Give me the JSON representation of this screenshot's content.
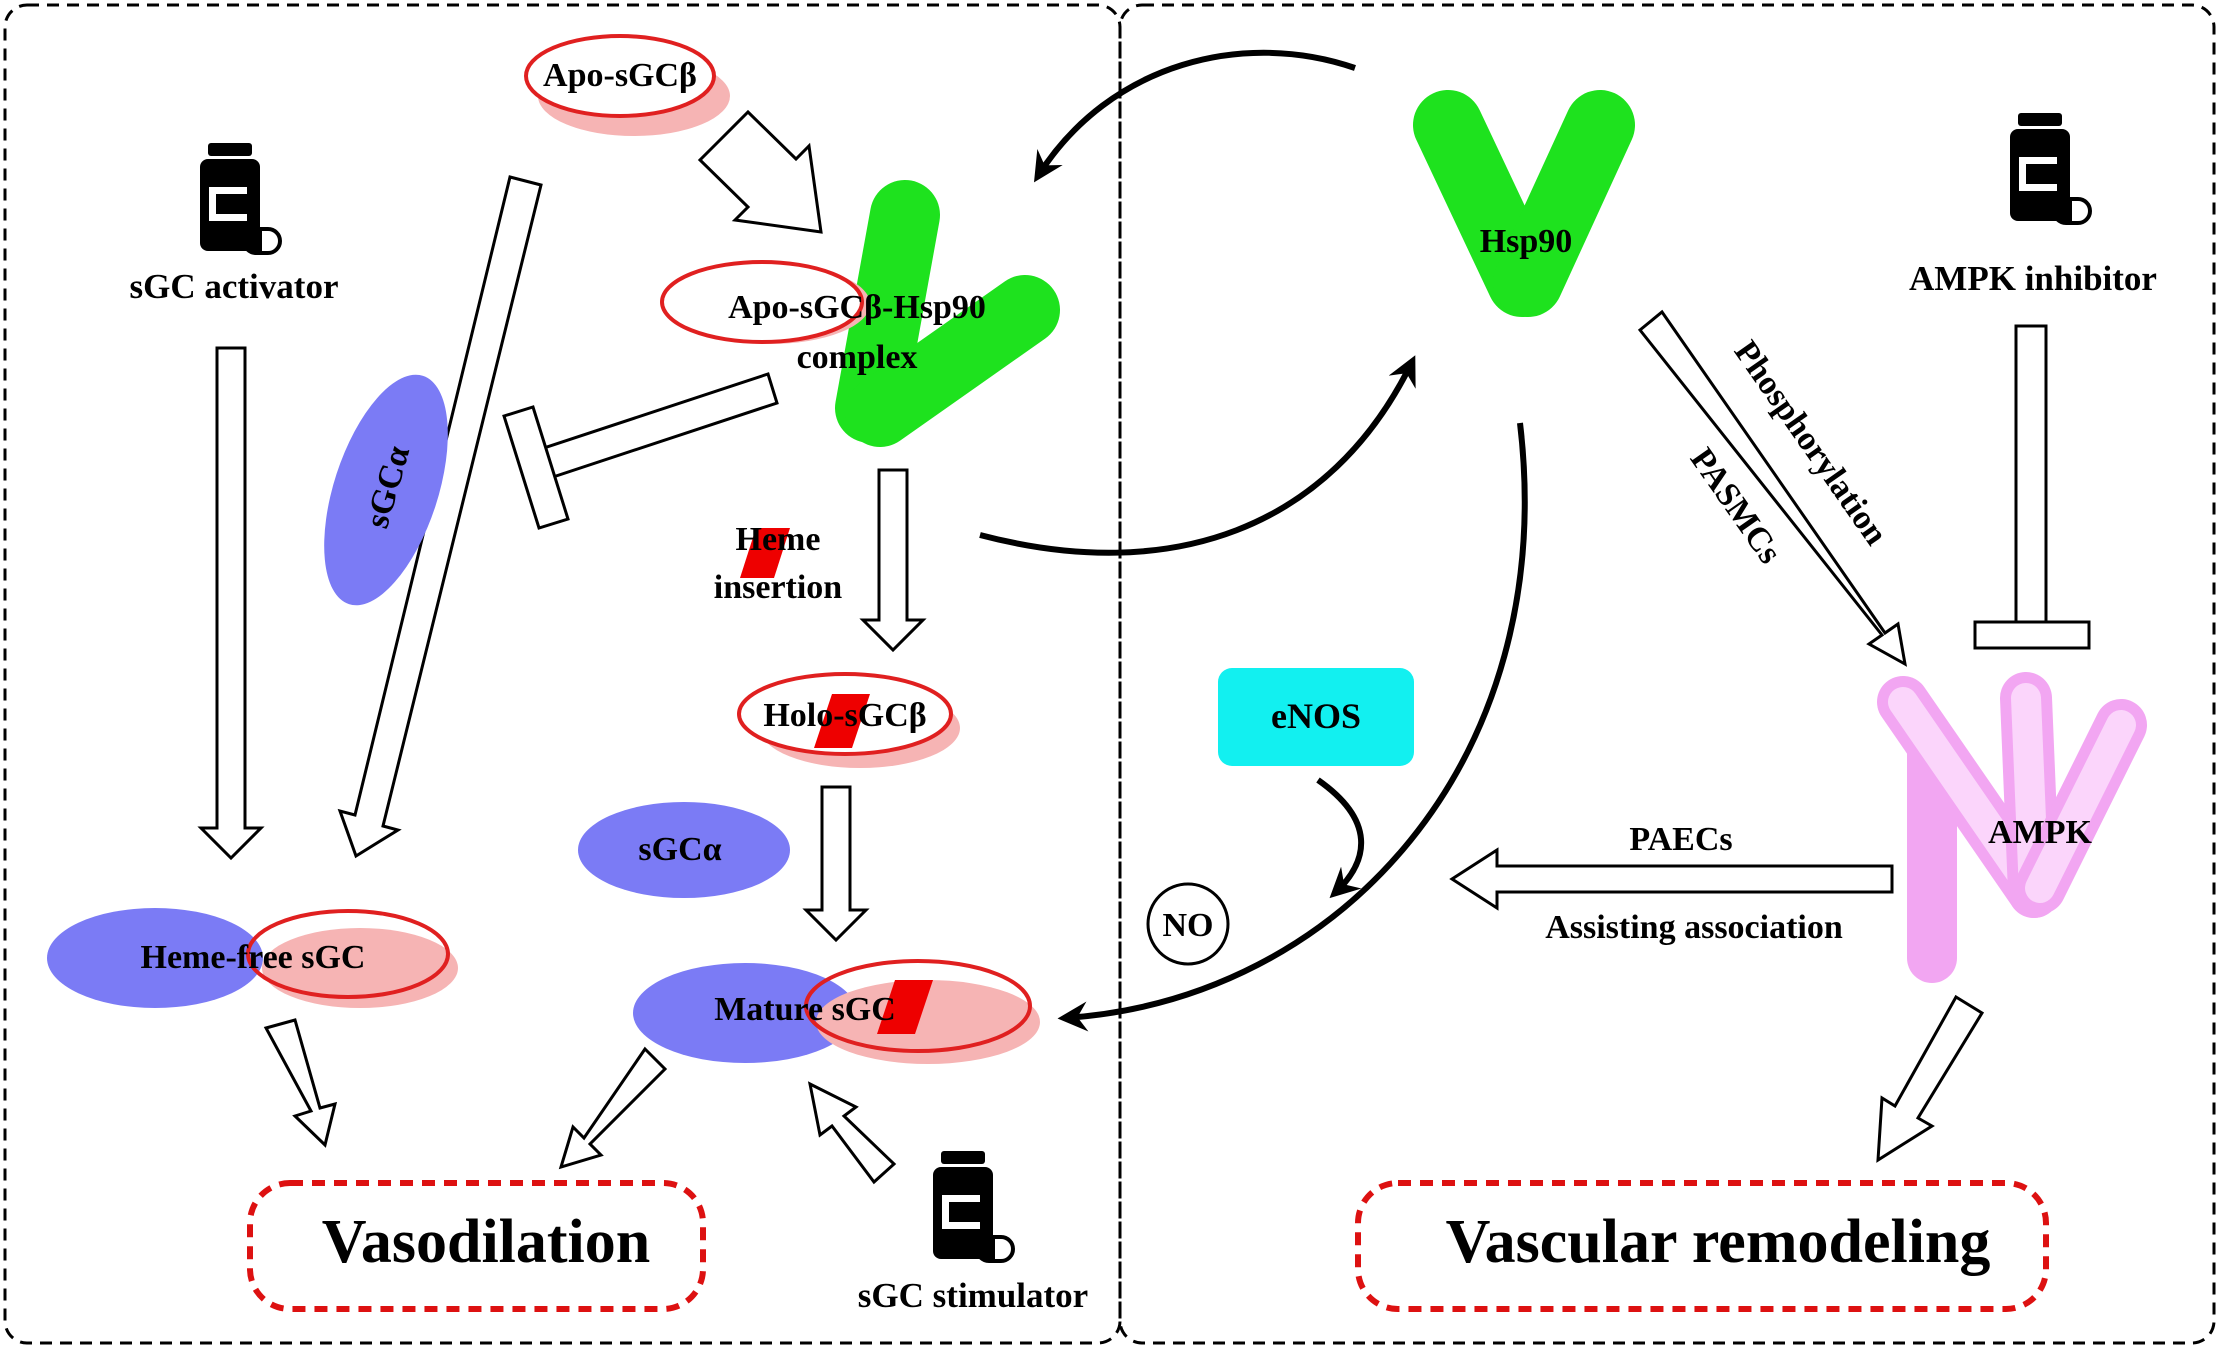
{
  "labels": {
    "apo_sgcb": "Apo-sGCβ",
    "complex_line1": "Apo-sGCβ-Hsp90",
    "complex_line2": "complex",
    "sgc_activator": "sGC activator",
    "sgca_left": "sGCα",
    "heme_line1": "Heme",
    "heme_line2": "insertion",
    "holo_sgcb": "Holo-sGCβ",
    "sgca_center": "sGCα",
    "heme_free_sgc": "Heme-free sGC",
    "mature_sgc": "Mature sGC",
    "sgc_stimulator": "sGC stimulator",
    "vasodilation": "Vasodilation",
    "hsp90": "Hsp90",
    "ampk_inhibitor": "AMPK inhibitor",
    "phosphorylation": "Phosphorylation",
    "pasmcs": "PASMCs",
    "enos": "eNOS",
    "no": "NO",
    "paecs": "PAECs",
    "assisting_association": "Assisting association",
    "ampk": "AMPK",
    "vascular_remodeling": "Vascular remodeling"
  },
  "icons": {
    "drug_bottle": "medicine-bottle-with-capsule",
    "hsp90_shape": "green-v-shape",
    "ampk_shape": "pink-y-shape",
    "heme_shape": "red-parallelogram"
  },
  "colors": {
    "sgca_fill": "#7b7bf5",
    "sgcb_outline": "#e02020",
    "sgcb_shadow": "#f6b4b4",
    "hsp90_green": "#1ee21e",
    "ampk_pink": "#f2a6f2",
    "heme_red": "#ee0000",
    "enos_cyan": "#12f0f0",
    "outcome_border": "#dd1111",
    "panel_border": "#000000"
  }
}
